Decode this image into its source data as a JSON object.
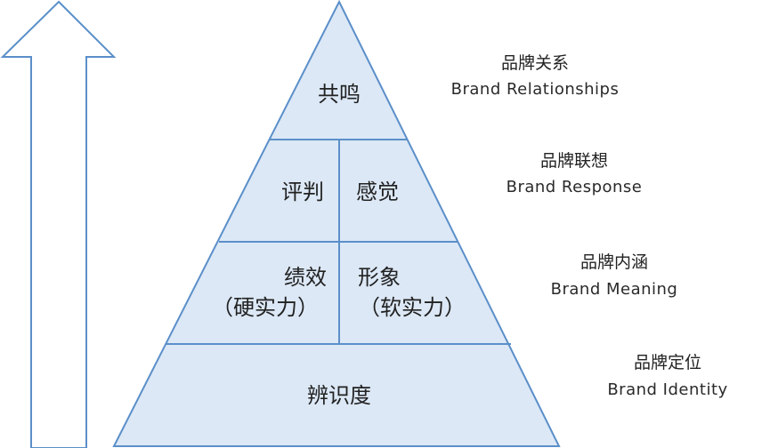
{
  "colors": {
    "fill": "#dce8f6",
    "stroke": "#5b8fc9",
    "text": "#222222"
  },
  "pyramid": {
    "top": {
      "label": "共鸣"
    },
    "response": {
      "left": "评判",
      "right": "感觉"
    },
    "meaning": {
      "left": {
        "line1": "绩效",
        "line2": "（硬实力）"
      },
      "right": {
        "line1": "形象",
        "line2": "（软实力）"
      }
    },
    "base": {
      "label": "辨识度"
    }
  },
  "levels": [
    {
      "cn": "品牌关系",
      "en": "Brand Relationships"
    },
    {
      "cn": "品牌联想",
      "en": "Brand Response"
    },
    {
      "cn": "品牌内涵",
      "en": "Brand Meaning"
    },
    {
      "cn": "品牌定位",
      "en": "Brand Identity"
    }
  ],
  "arrow": {
    "icon": "up-arrow-icon"
  }
}
